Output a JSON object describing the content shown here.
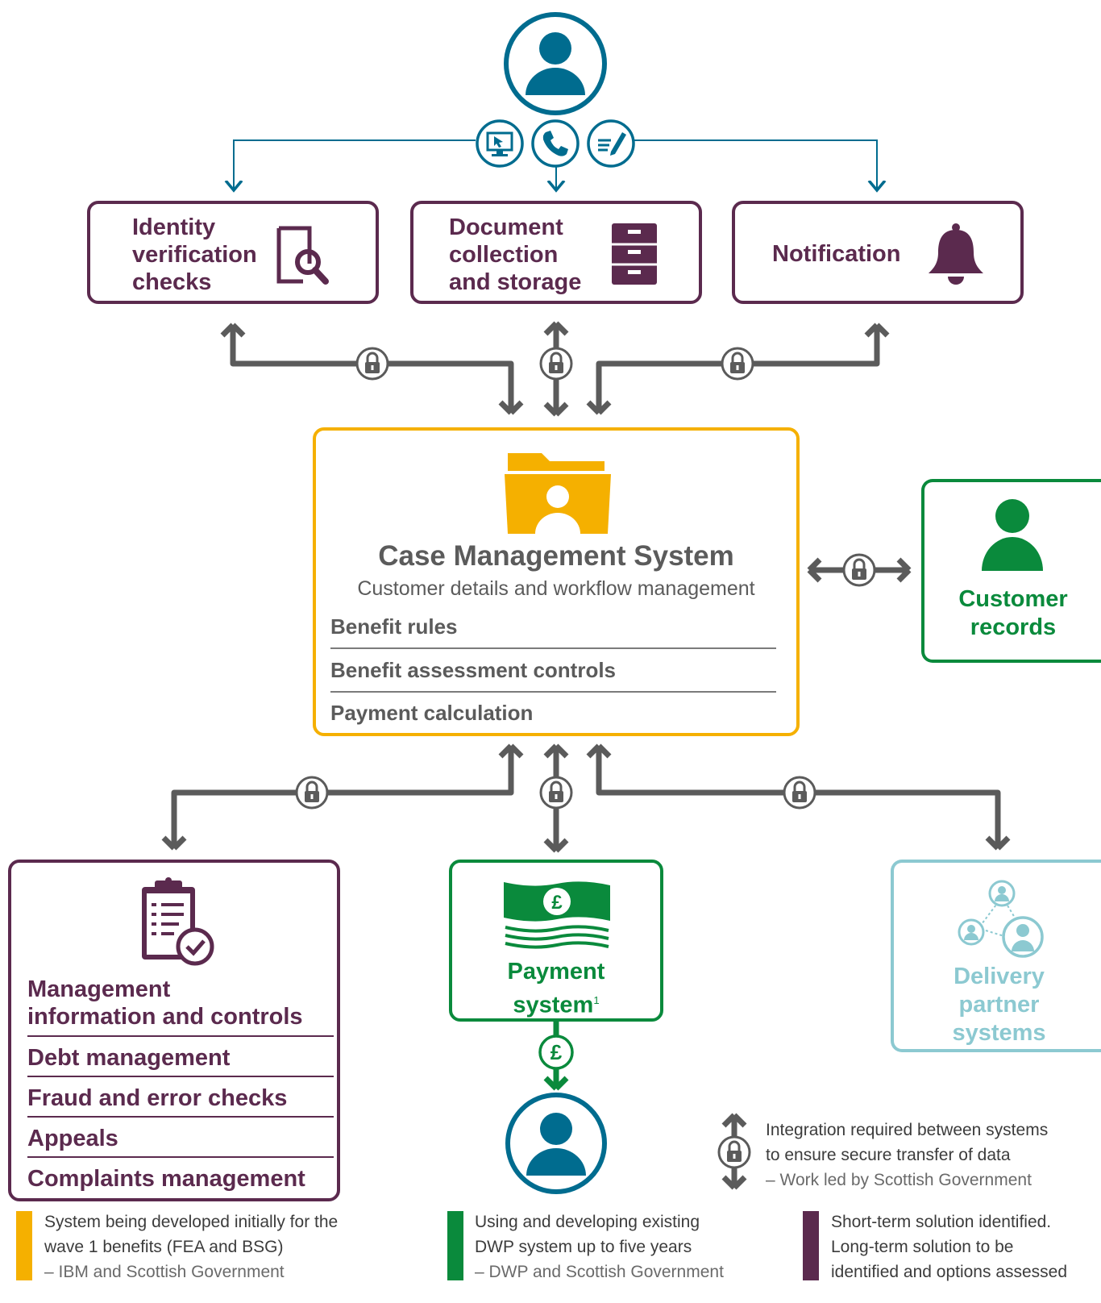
{
  "identity_box": {
    "line1": "Identity",
    "line2": "verification",
    "line3": "checks"
  },
  "document_box": {
    "line1": "Document",
    "line2": "collection",
    "line3": "and storage"
  },
  "notification_box": {
    "label": "Notification"
  },
  "cms": {
    "title": "Case Management System",
    "subtitle": "Customer details and workflow management",
    "rows": [
      "Benefit rules",
      "Benefit assessment controls",
      "Payment calculation"
    ]
  },
  "customer_records": {
    "line1": "Customer",
    "line2": "records"
  },
  "management_box": {
    "line1": "Management",
    "line2": "information and controls",
    "rows": [
      "Debt management",
      "Fraud and error checks",
      "Appeals",
      "Complaints management"
    ]
  },
  "payment_box": {
    "line1": "Payment",
    "line2": "system",
    "footnote": "1",
    "currency_symbol": "£"
  },
  "delivery_box": {
    "line1": "Delivery",
    "line2": "partner",
    "line3": "systems"
  },
  "integration_legend": {
    "line1": "Integration required between systems",
    "line2": "to ensure secure transfer of data",
    "line3": "– Work led by Scottish Government"
  },
  "legend": [
    {
      "color": "#f5b000",
      "line1": "System being developed initially for the",
      "line2": "wave 1 benefits (FEA and BSG)",
      "line3": "– IBM and Scottish Government"
    },
    {
      "color": "#0a8a3c",
      "line1": "Using and developing existing",
      "line2": "DWP system up to five years",
      "line3": "– DWP and Scottish Government"
    },
    {
      "color": "#5b2a4e",
      "line1": "Short-term solution identified.",
      "line2": "Long-term solution to be",
      "line3": "identified and options assessed"
    }
  ],
  "colors": {
    "purple": "#5b2a4e",
    "gold": "#f5b000",
    "green": "#0a8a3c",
    "teal": "#8cc9d1",
    "blue": "#006c8f",
    "arrow": "#5b5b5b"
  }
}
